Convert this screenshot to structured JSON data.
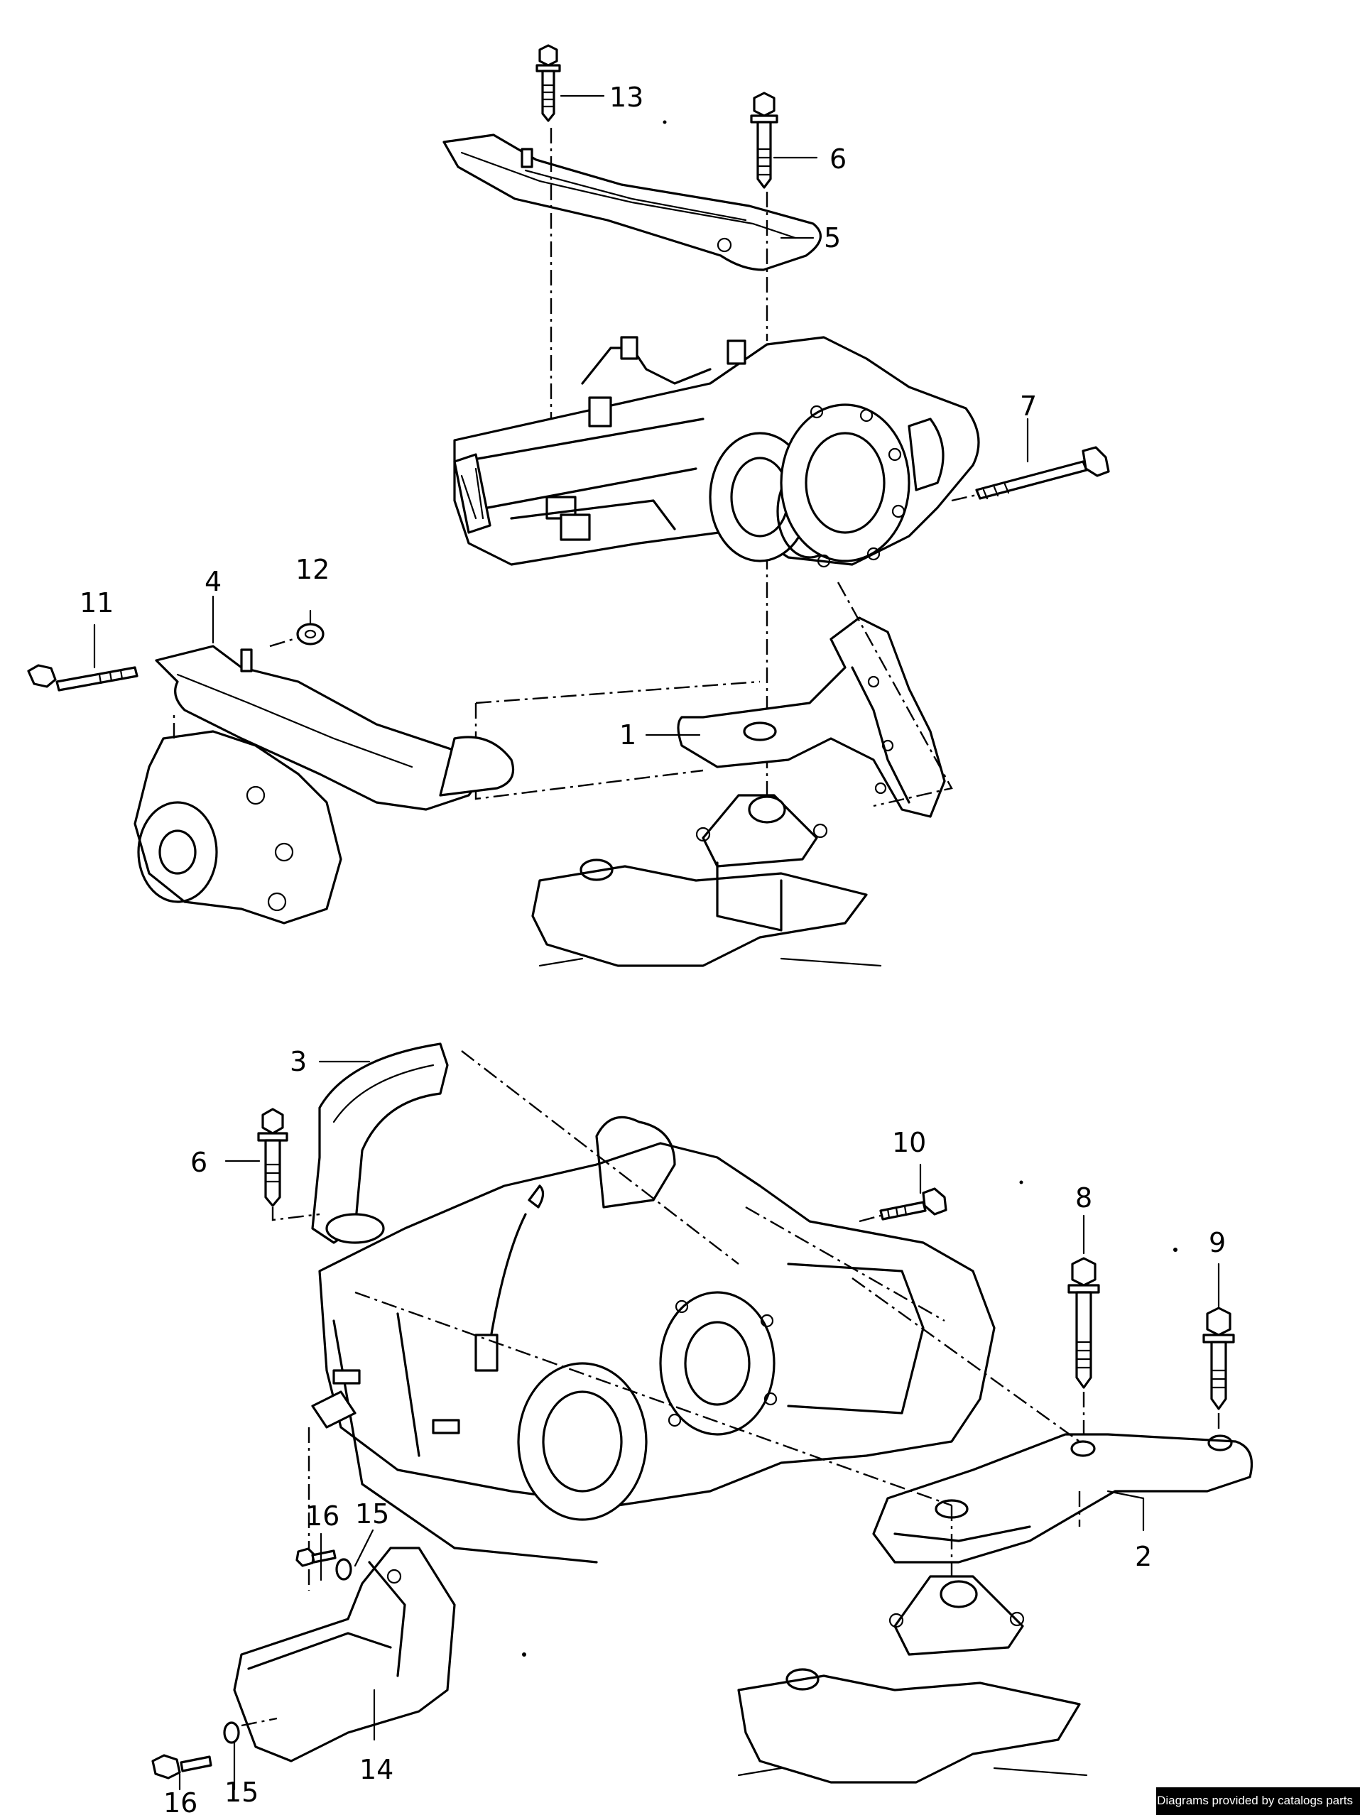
{
  "callouts": [
    {
      "id": "13",
      "text": "13"
    },
    {
      "id": "6a",
      "text": "6"
    },
    {
      "id": "5",
      "text": "5"
    },
    {
      "id": "7",
      "text": "7"
    },
    {
      "id": "12",
      "text": "12"
    },
    {
      "id": "11",
      "text": "11"
    },
    {
      "id": "4",
      "text": "4"
    },
    {
      "id": "1",
      "text": "1"
    },
    {
      "id": "3",
      "text": "3"
    },
    {
      "id": "6b",
      "text": "6"
    },
    {
      "id": "10",
      "text": "10"
    },
    {
      "id": "8",
      "text": "8"
    },
    {
      "id": "9",
      "text": "9"
    },
    {
      "id": "2",
      "text": "2"
    },
    {
      "id": "16a",
      "text": "16"
    },
    {
      "id": "15a",
      "text": "15"
    },
    {
      "id": "14",
      "text": "14"
    },
    {
      "id": "15b",
      "text": "15"
    },
    {
      "id": "16b",
      "text": "16"
    }
  ],
  "credit": "Diagrams provided by catalogs parts"
}
